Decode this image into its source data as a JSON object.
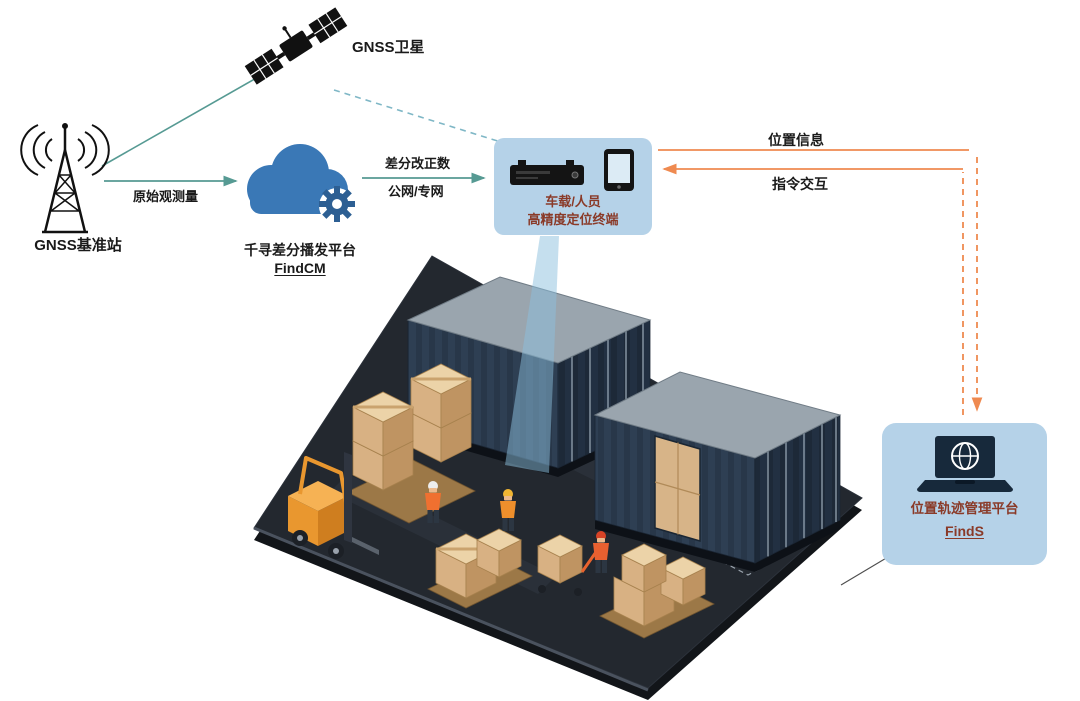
{
  "colors": {
    "teal_line": "#569a93",
    "teal_dashed": "#7fb7c6",
    "orange_line": "#ef8a50",
    "panel_bg": "#b5d2e8",
    "panel_text": "#8a3a28",
    "cloud_blue": "#3a78b6",
    "gear_blue": "#2d5f93",
    "container_navy": "#2e3f53",
    "carton_tan": "#d8b183"
  },
  "satellite": {
    "label": "GNSS卫星"
  },
  "base_station": {
    "label": "GNSS基准站"
  },
  "link_labels": {
    "raw_observation": "原始观测量",
    "diff_correction": "差分改正数",
    "network": "公网/专网",
    "position_info": "位置信息",
    "command_interaction": "指令交互"
  },
  "cloud_platform": {
    "title": "千寻差分播发平台",
    "name": "FindCM"
  },
  "terminal": {
    "line1": "车载/人员",
    "line2": "高精度定位终端"
  },
  "management_platform": {
    "title": "位置轨迹管理平台",
    "name": "FindS"
  }
}
